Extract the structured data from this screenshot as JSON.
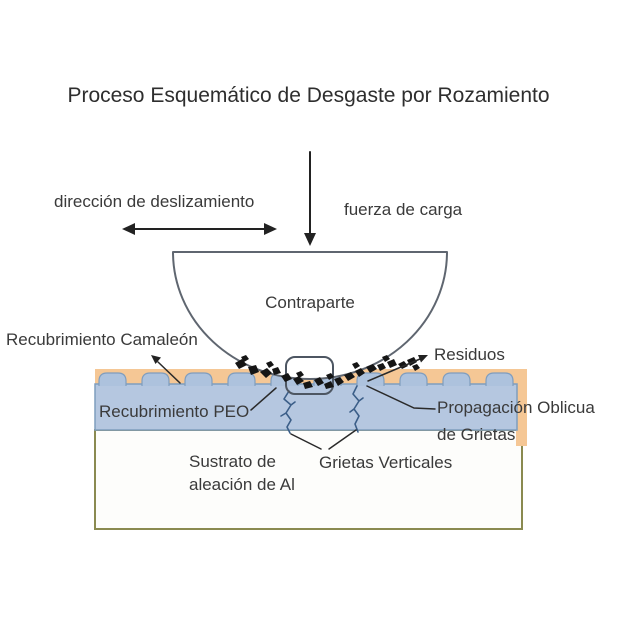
{
  "title": "Proceso Esquemático de Desgaste por Rozamiento",
  "labels": {
    "sliding_direction": "dirección de deslizamiento",
    "load_force": "fuerza de carga",
    "counterpart": "Contraparte",
    "chameleon_coating": "Recubrimiento Camaleón",
    "debris": "Residuos",
    "peo_coating": "Recubrimiento PEO",
    "oblique_crack_line1": "Propagación Oblicua",
    "oblique_crack_line2": "de Grietas",
    "substrate_line1": "Sustrato de",
    "substrate_line2": "aleación de Al",
    "vertical_cracks": "Grietas Verticales"
  },
  "colors": {
    "chameleon_layer_orange": "#f5c795",
    "peo_layer_blue": "#b5c7e0",
    "bump_blue": "#adc2dd",
    "layer_border_blue": "#7f9dbe",
    "substrate_border_olive": "#8a8a50",
    "crack_blue": "#3b5e88",
    "counterpart_outline_gray": "#5f6670",
    "arrow_black": "#222222",
    "text_gray": "#3a3a3a",
    "background": "#ffffff"
  }
}
